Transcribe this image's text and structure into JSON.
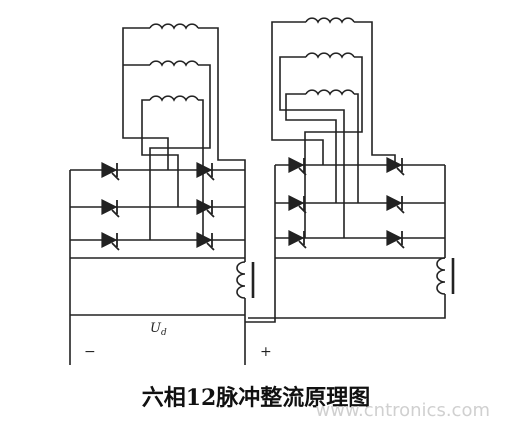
{
  "caption": "六相12脉冲整流原理图",
  "labels": {
    "voltage": "U",
    "voltage_sub": "d",
    "minus": "−",
    "plus": "+"
  },
  "watermark": "www.cntronics.com"
}
